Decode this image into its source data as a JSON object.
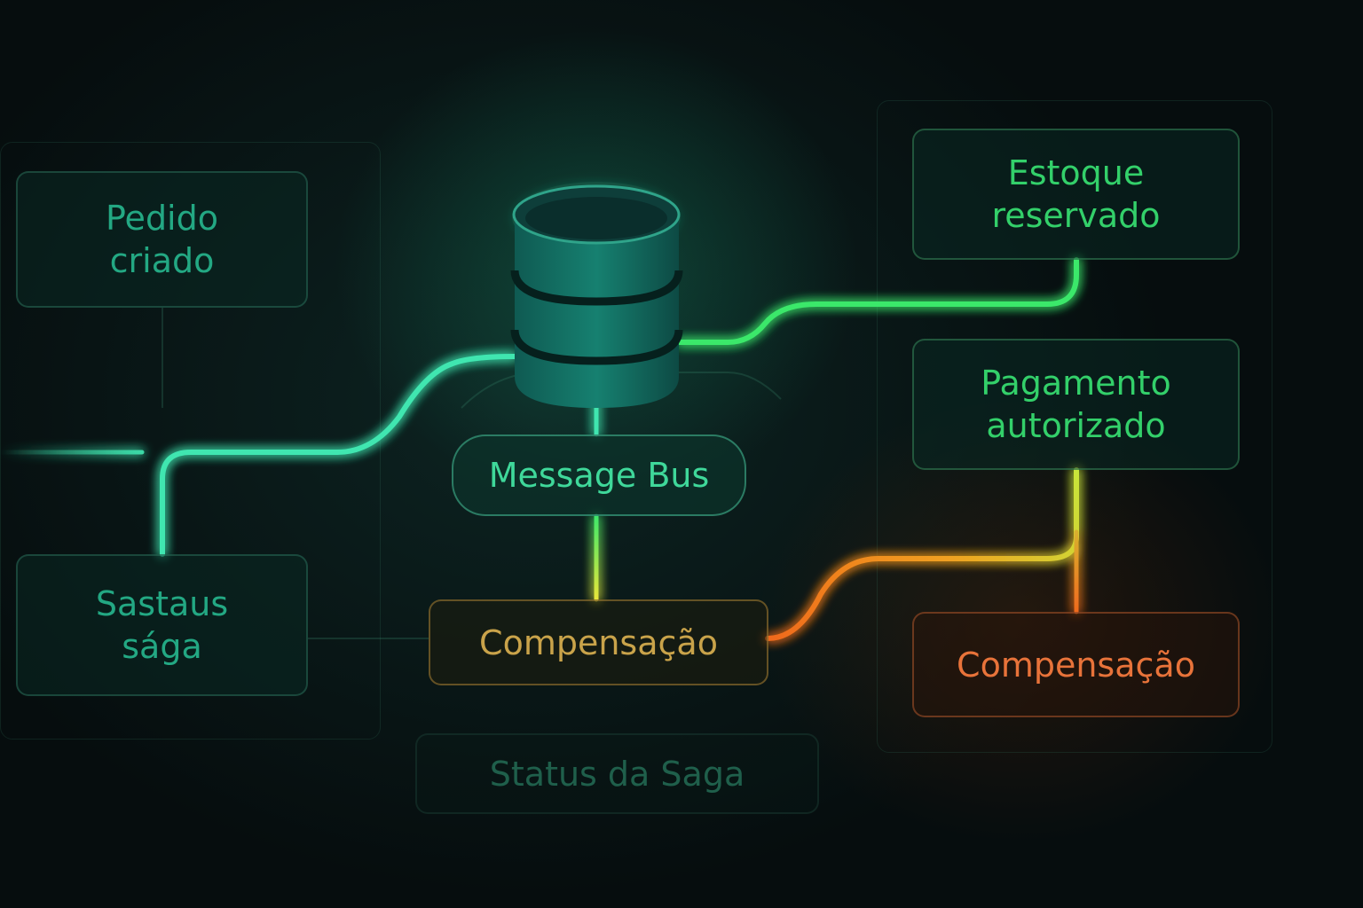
{
  "nodes": {
    "pedido_criado": "Pedido\ncriado",
    "sastaus_saga": "Sastaus\nsága",
    "message_bus": "Message Bus",
    "compensacao_center": "Compensação",
    "status_da_saga": "Status da Saga",
    "estoque_reservado": "Estoque\nreservado",
    "pagamento_autorizado": "Pagamento\nautorizado",
    "compensacao_right": "Compensação"
  },
  "icons": {
    "database": "database-icon"
  },
  "colors": {
    "background": "#060d0e",
    "teal": "#3fe6b0",
    "green": "#3be86a",
    "yellow": "#e6e63a",
    "orange": "#f07a1e",
    "node_border": "#2d7a62"
  }
}
